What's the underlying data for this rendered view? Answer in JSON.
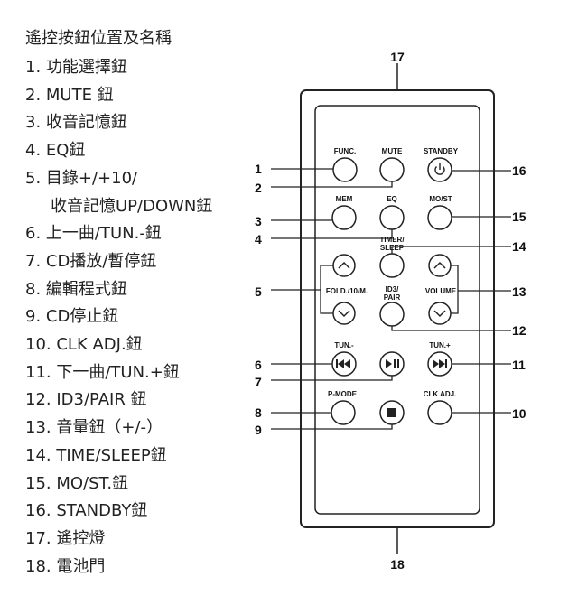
{
  "legend": {
    "title": "遙控按鈕位置及名稱",
    "items": [
      "1.  功能選擇鈕",
      "2.  MUTE 鈕",
      "3.  收音記憶鈕",
      "4.  EQ鈕",
      "5.  目錄+/+10/",
      "收音記憶UP/DOWN鈕",
      "6.  上一曲/TUN.-鈕",
      "7.  CD播放/暫停鈕",
      "8.  編輯程式鈕",
      "9.  CD停止鈕",
      "10.  CLK ADJ.鈕",
      "11.  下一曲/TUN.+鈕",
      "12.  ID3/PAIR 鈕",
      "13.  音量鈕（+/-）",
      "14.  TIME/SLEEP鈕",
      "15.  MO/ST.鈕",
      "16.  STANDBY鈕",
      "17.  遙控燈",
      "18.  電池門"
    ]
  },
  "remote": {
    "labels": {
      "func": "FUNC.",
      "mute": "MUTE",
      "standby": "STANDBY",
      "mem": "MEM",
      "eq": "EQ",
      "most": "MO/ST",
      "timer": "TIMER/",
      "sleep": "SLEEP",
      "fold": "FOLD./10/M.",
      "id3": "ID3/",
      "pair": "PAIR",
      "volume": "VOLUME",
      "tun_minus": "TUN.-",
      "tun_plus": "TUN.+",
      "pmode": "P-MODE",
      "clkadj": "CLK ADJ."
    },
    "callouts": {
      "n1": "1",
      "n2": "2",
      "n3": "3",
      "n4": "4",
      "n5": "5",
      "n6": "6",
      "n7": "7",
      "n8": "8",
      "n9": "9",
      "n10": "10",
      "n11": "11",
      "n12": "12",
      "n13": "13",
      "n14": "14",
      "n15": "15",
      "n16": "16",
      "n17": "17",
      "n18": "18"
    }
  }
}
